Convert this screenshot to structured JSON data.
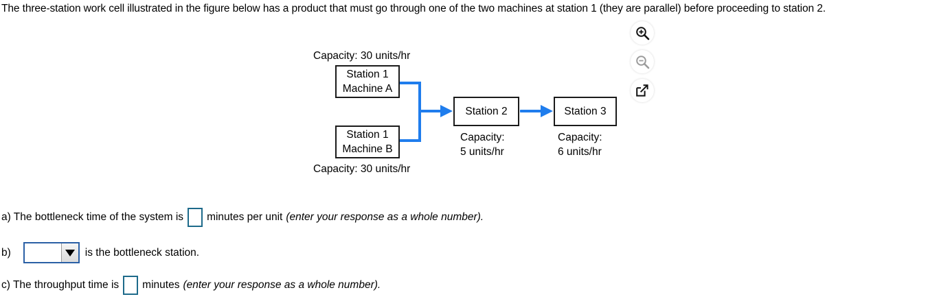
{
  "prompt": "The three-station work cell illustrated in the figure below has a product that must go through one of the two machines at station 1 (they are parallel) before proceeding to station 2.",
  "tools": [
    {
      "name": "zoom-in-icon",
      "label": "Zoom in",
      "state": "enabled"
    },
    {
      "name": "zoom-out-icon",
      "label": "Zoom out",
      "state": "disabled"
    },
    {
      "name": "open-in-new-window-icon",
      "label": "Open in new window",
      "state": "enabled"
    }
  ],
  "diagram": {
    "machine_a": {
      "line1": "Station 1",
      "line2": "Machine A",
      "capacity": "Capacity: 30 units/hr"
    },
    "machine_b": {
      "line1": "Station 1",
      "line2": "Machine B",
      "capacity": "Capacity: 30 units/hr"
    },
    "station2": {
      "title": "Station 2",
      "capacity_label": "Capacity:",
      "capacity_value": "5 units/hr"
    },
    "station3": {
      "title": "Station 3",
      "capacity_label": "Capacity:",
      "capacity_value": "6 units/hr"
    },
    "arrow_color": "#1f7ded",
    "box_border_color": "#1a1a1a"
  },
  "questions": {
    "a": {
      "prefix": "a) The bottleneck time of the system is",
      "input_value": "",
      "suffix": "minutes per unit",
      "hint": "(enter your response as a whole number)."
    },
    "b": {
      "prefix": "b)",
      "selected": "",
      "suffix": "is the bottleneck station."
    },
    "c": {
      "prefix": "c) The throughput time is",
      "input_value": "",
      "suffix": "minutes",
      "hint": "(enter your response as a whole number)."
    }
  },
  "colors": {
    "input_border": "#1d6a8a",
    "dropdown_border": "#2a5fa5",
    "accent_blue": "#1f7ded"
  }
}
